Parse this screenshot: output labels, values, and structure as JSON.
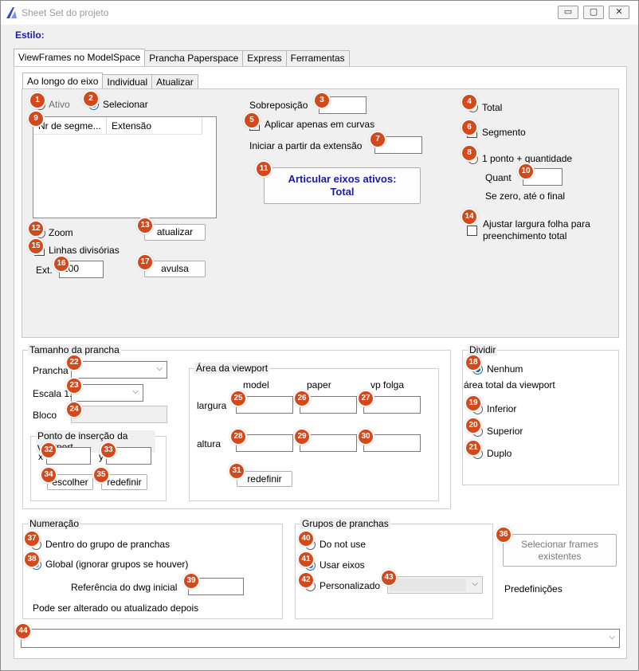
{
  "window": {
    "title": "Sheet Set do projeto",
    "minimize": "▭",
    "maximize": "▢",
    "close": "✕"
  },
  "estilo_label": "Estilo:",
  "main_tabs": [
    {
      "label": "ViewFrames no ModelSpace"
    },
    {
      "label": "Prancha Paperspace"
    },
    {
      "label": "Express"
    },
    {
      "label": "Ferramentas"
    }
  ],
  "sub_tabs": [
    {
      "label": "Ao longo do eixo"
    },
    {
      "label": "Individual"
    },
    {
      "label": "Atualizar"
    }
  ],
  "eixo": {
    "ativo": "Ativo",
    "selecionar": "Selecionar",
    "list_headers": [
      "Nr de segme...",
      "Extensão"
    ],
    "zoom": "Zoom",
    "linhas": "Linhas divisórias",
    "ext_label": "Ext.",
    "ext_value": "100",
    "atualizar_btn": "atualizar",
    "avulsa_btn": "avulsa",
    "sobreposicao": "Sobreposição",
    "sobreposicao_value": "",
    "aplicar": "Aplicar apenas em curvas",
    "iniciar": "Iniciar a partir da extensão",
    "iniciar_value": "",
    "articular_line1": "Articular eixos ativos:",
    "articular_line2": "Total",
    "total": "Total",
    "segmento": "Segmento",
    "ponto": "1 ponto + quantidade",
    "quant": "Quant",
    "quant_value": "",
    "se_zero": "Se zero, até o final",
    "ajustar_line1": "Ajustar largura folha para",
    "ajustar_line2": "preenchimento total"
  },
  "tamanho": {
    "title": "Tamanho da prancha",
    "prancha": "Prancha",
    "escala": "Escala 1:",
    "bloco": "Bloco",
    "ponto_title": "Ponto de inserção da viewport",
    "x": "x",
    "y": "y",
    "escolher": "escolher",
    "redefinir": "redefinir"
  },
  "area": {
    "title": "Área da viewport",
    "col_model": "model",
    "col_paper": "paper",
    "col_vp": "vp folga",
    "largura": "largura",
    "altura": "altura",
    "redefinir": "redefinir"
  },
  "dividir": {
    "title": "Dividir",
    "nenhum": "Nenhum",
    "area_total": "área total da viewport",
    "inferior": "Inferior",
    "superior": "Superior",
    "duplo": "Duplo"
  },
  "numeracao": {
    "title": "Numeração",
    "dentro": "Dentro do grupo de pranchas",
    "global": "Global (ignorar grupos se houver)",
    "referencia": "Referência do dwg inicial",
    "pode": "Pode ser alterado ou atualizado depois"
  },
  "grupos": {
    "title": "Grupos de pranchas",
    "do_not_use": "Do not use",
    "usar_eixos": "Usar eixos",
    "personalizado": "Personalizado"
  },
  "selecionar_frames_line1": "Selecionar frames",
  "selecionar_frames_line2": "existentes",
  "predefinicoes": "Predefinições",
  "badges": [
    "1",
    "2",
    "3",
    "4",
    "5",
    "6",
    "7",
    "8",
    "9",
    "10",
    "11",
    "12",
    "13",
    "14",
    "15",
    "16",
    "17",
    "18",
    "19",
    "20",
    "21",
    "22",
    "23",
    "24",
    "25",
    "26",
    "27",
    "28",
    "29",
    "30",
    "31",
    "32",
    "33",
    "34",
    "35",
    "36",
    "37",
    "38",
    "39",
    "40",
    "41",
    "42",
    "43",
    "44"
  ],
  "colors": {
    "badge": "#d24a1c",
    "accent_text": "#1a1aa8",
    "radio_on": "#1a5fb4"
  }
}
